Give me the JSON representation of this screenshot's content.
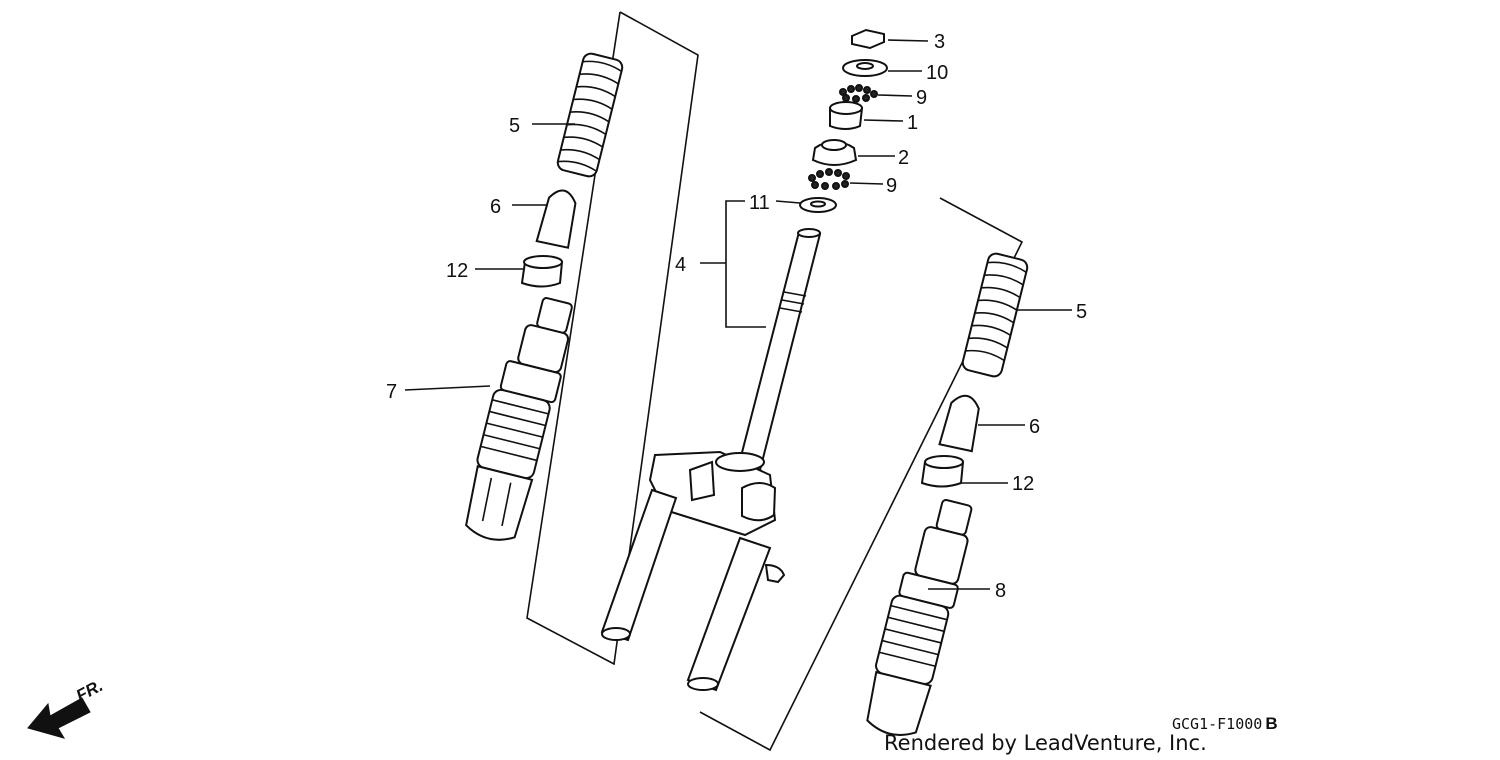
{
  "callouts": [
    {
      "id": "c3",
      "label": "3"
    },
    {
      "id": "c10",
      "label": "10"
    },
    {
      "id": "c9a",
      "label": "9"
    },
    {
      "id": "c1",
      "label": "1"
    },
    {
      "id": "c2",
      "label": "2"
    },
    {
      "id": "c9b",
      "label": "9"
    },
    {
      "id": "c11",
      "label": "11"
    },
    {
      "id": "c4",
      "label": "4"
    },
    {
      "id": "c5a",
      "label": "5"
    },
    {
      "id": "c6a",
      "label": "6"
    },
    {
      "id": "c12a",
      "label": "12"
    },
    {
      "id": "c7",
      "label": "7"
    },
    {
      "id": "c5b",
      "label": "5"
    },
    {
      "id": "c6b",
      "label": "6"
    },
    {
      "id": "c12b",
      "label": "12"
    },
    {
      "id": "c8",
      "label": "8"
    }
  ],
  "diagram_code": "GCG1-F1000",
  "diagram_code_suffix": "B",
  "credit": "Rendered by LeadVenture, Inc.",
  "direction_label": "FR."
}
